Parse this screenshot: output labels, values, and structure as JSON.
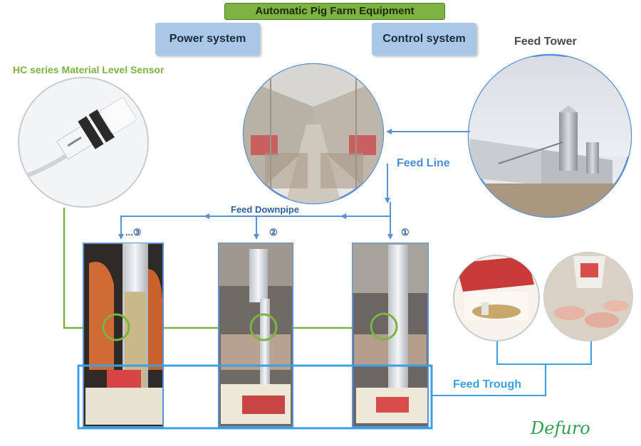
{
  "header": {
    "title": "Automatic Pig Farm Equipment"
  },
  "systems": {
    "power": "Power system",
    "control": "Control system"
  },
  "sensor": {
    "title": "HC series Material Level Sensor"
  },
  "tower": {
    "title": "Feed Tower"
  },
  "feed_line": {
    "label": "Feed Line"
  },
  "downpipe": {
    "label": "Feed Downpipe"
  },
  "trough": {
    "label": "Feed Trough"
  },
  "pipes": {
    "p1": "①",
    "p2": "②",
    "p3": "...③"
  },
  "brand": {
    "logo": "Defuro"
  },
  "colors": {
    "banner": "#7cb342",
    "system_box": "#a9c8e8",
    "line_blue": "#5b8fd6",
    "trough_blue": "#3aa0e0",
    "sensor_green": "#7cb342",
    "brand_green": "#2e9e4f"
  }
}
